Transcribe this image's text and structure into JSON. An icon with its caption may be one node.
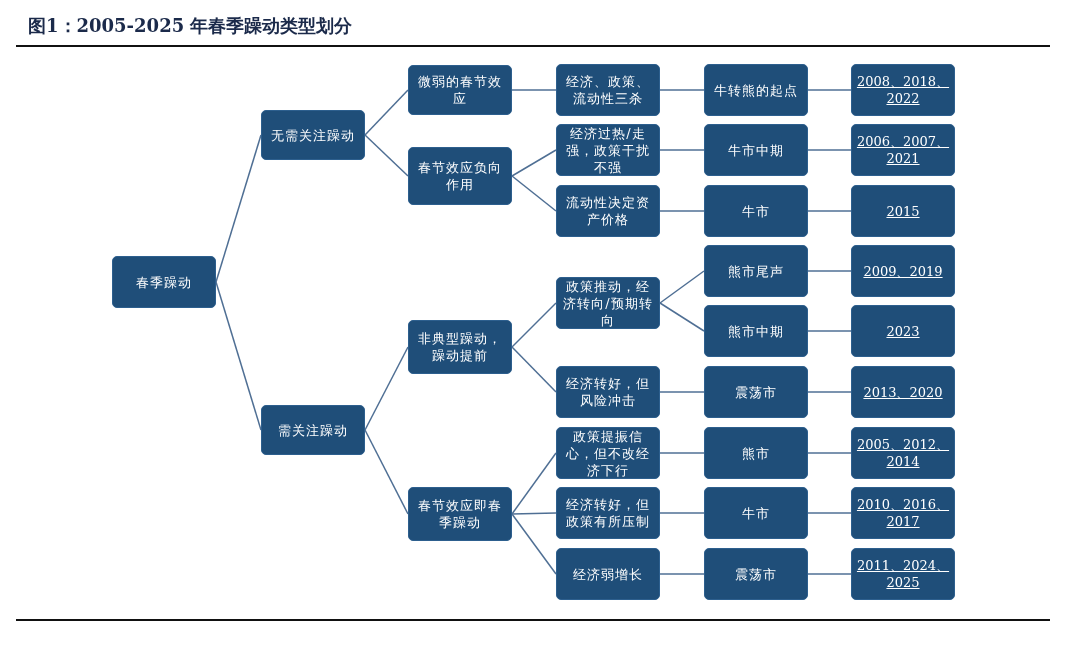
{
  "diagram": {
    "title": "图1：2005-2025 年春季躁动类型划分",
    "nodes": [
      {
        "text": [
          "春季躁动"
        ]
      },
      {
        "text": [
          "无需关注躁动"
        ]
      },
      {
        "text": [
          "需关注躁动"
        ]
      },
      {
        "text": [
          "微弱的春节效应"
        ]
      },
      {
        "text": [
          "春节效应负向作用"
        ]
      },
      {
        "text": [
          "非典型躁动，躁动提前"
        ]
      },
      {
        "text": [
          "春节效应即春季躁动"
        ]
      },
      {
        "text": [
          "经济、政策、流动性三杀"
        ]
      },
      {
        "text": [
          "经济过热/走强，政策干扰不强"
        ]
      },
      {
        "text": [
          "流动性决定资产价格"
        ]
      },
      {
        "text": [
          "政策推动，经济转向/预期转向"
        ]
      },
      {
        "text": [
          "经济转好，但风险冲击"
        ]
      },
      {
        "text": [
          "政策提振信心，但不改经济下行"
        ]
      },
      {
        "text": [
          "经济转好，但政策有所压制"
        ]
      },
      {
        "text": [
          "经济弱增长"
        ]
      },
      {
        "text": [
          "牛转熊的起点"
        ]
      },
      {
        "text": [
          "牛市中期"
        ]
      },
      {
        "text": [
          "牛市"
        ]
      },
      {
        "text": [
          "熊市尾声"
        ]
      },
      {
        "text": [
          "熊市中期"
        ]
      },
      {
        "text": [
          "震荡市"
        ]
      },
      {
        "text": [
          "熊市"
        ]
      },
      {
        "text": [
          "牛市"
        ]
      },
      {
        "text": [
          "震荡市"
        ]
      },
      {
        "text": [
          "2008、2018、2022"
        ]
      },
      {
        "text": [
          "2006、2007、2021"
        ]
      },
      {
        "text": [
          "2015"
        ]
      },
      {
        "text": [
          "2009、2019"
        ]
      },
      {
        "text": [
          "2023"
        ]
      },
      {
        "text": [
          "2013、2020"
        ]
      },
      {
        "text": [
          "2005、2012、2014"
        ]
      },
      {
        "text": [
          "2010、2016、2017"
        ]
      },
      {
        "text": [
          "2011、2024、2025"
        ]
      }
    ],
    "edges": [
      {
        "from": 0,
        "to": 1,
        "arrow": "none"
      },
      {
        "from": 0,
        "to": 2,
        "arrow": "none"
      },
      {
        "from": 1,
        "to": 3,
        "arrow": "none"
      },
      {
        "from": 1,
        "to": 4,
        "arrow": "none"
      },
      {
        "from": 2,
        "to": 5,
        "arrow": "none"
      },
      {
        "from": 2,
        "to": 6,
        "arrow": "none"
      },
      {
        "from": 3,
        "to": 7,
        "arrow": "none"
      },
      {
        "from": 4,
        "to": 8,
        "arrow": "none"
      },
      {
        "from": 4,
        "to": 9,
        "arrow": "none"
      },
      {
        "from": 5,
        "to": 10,
        "arrow": "none"
      },
      {
        "from": 5,
        "to": 11,
        "arrow": "none"
      },
      {
        "from": 6,
        "to": 12,
        "arrow": "none"
      },
      {
        "from": 6,
        "to": 13,
        "arrow": "none"
      },
      {
        "from": 6,
        "to": 14,
        "arrow": "none"
      },
      {
        "from": 7,
        "to": 15,
        "arrow": "none"
      },
      {
        "from": 8,
        "to": 16,
        "arrow": "none"
      },
      {
        "from": 9,
        "to": 17,
        "arrow": "none"
      },
      {
        "from": 10,
        "to": 18,
        "arrow": "none"
      },
      {
        "from": 10,
        "to": 19,
        "arrow": "none"
      },
      {
        "from": 11,
        "to": 20,
        "arrow": "none"
      },
      {
        "from": 12,
        "to": 21,
        "arrow": "none"
      },
      {
        "from": 13,
        "to": 22,
        "arrow": "none"
      },
      {
        "from": 14,
        "to": 23,
        "arrow": "none"
      },
      {
        "from": 15,
        "to": 24,
        "arrow": "none"
      },
      {
        "from": 16,
        "to": 25,
        "arrow": "none"
      },
      {
        "from": 17,
        "to": 26,
        "arrow": "none"
      },
      {
        "from": 18,
        "to": 27,
        "arrow": "none"
      },
      {
        "from": 19,
        "to": 28,
        "arrow": "none"
      },
      {
        "from": 20,
        "to": 29,
        "arrow": "none"
      },
      {
        "from": 21,
        "to": 30,
        "arrow": "none"
      },
      {
        "from": 22,
        "to": 31,
        "arrow": "none"
      },
      {
        "from": 23,
        "to": 32,
        "arrow": "none"
      }
    ]
  }
}
